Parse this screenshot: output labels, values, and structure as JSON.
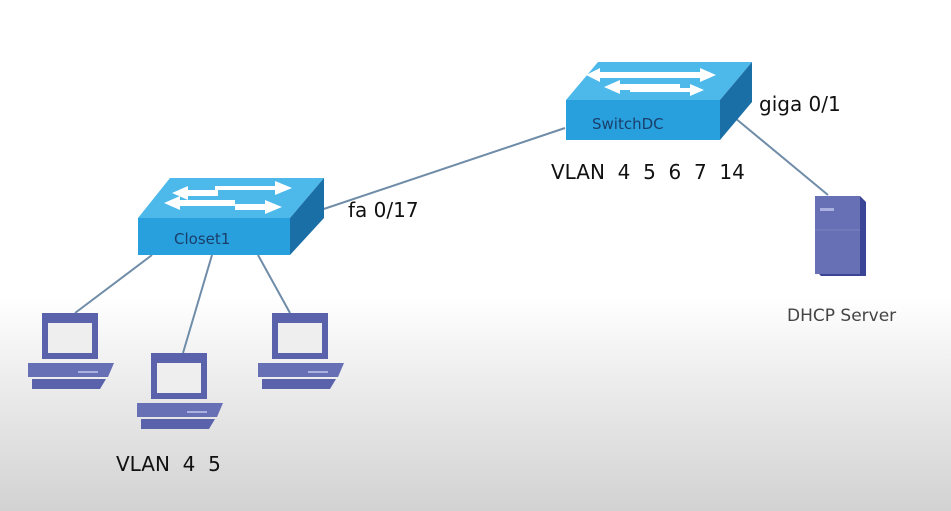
{
  "switches": [
    {
      "id": "switchdc",
      "label": "SwitchDC"
    },
    {
      "id": "closet1",
      "label": "Closet1"
    }
  ],
  "server": {
    "label": "DHCP Server"
  },
  "annotations": {
    "switchdc_port": "giga 0/1",
    "switchdc_vlans": "VLAN  4  5  6  7  14",
    "closet1_port": "fa 0/17",
    "pc_vlans": "VLAN  4  5"
  },
  "pcs": [
    {
      "id": "pc1"
    },
    {
      "id": "pc2"
    },
    {
      "id": "pc3"
    }
  ],
  "colors": {
    "switch_top": "#4db8ea",
    "switch_front": "#29a0de",
    "switch_side": "#1a6fa6",
    "link": "#6f8ca8",
    "device": "#6870b5"
  }
}
